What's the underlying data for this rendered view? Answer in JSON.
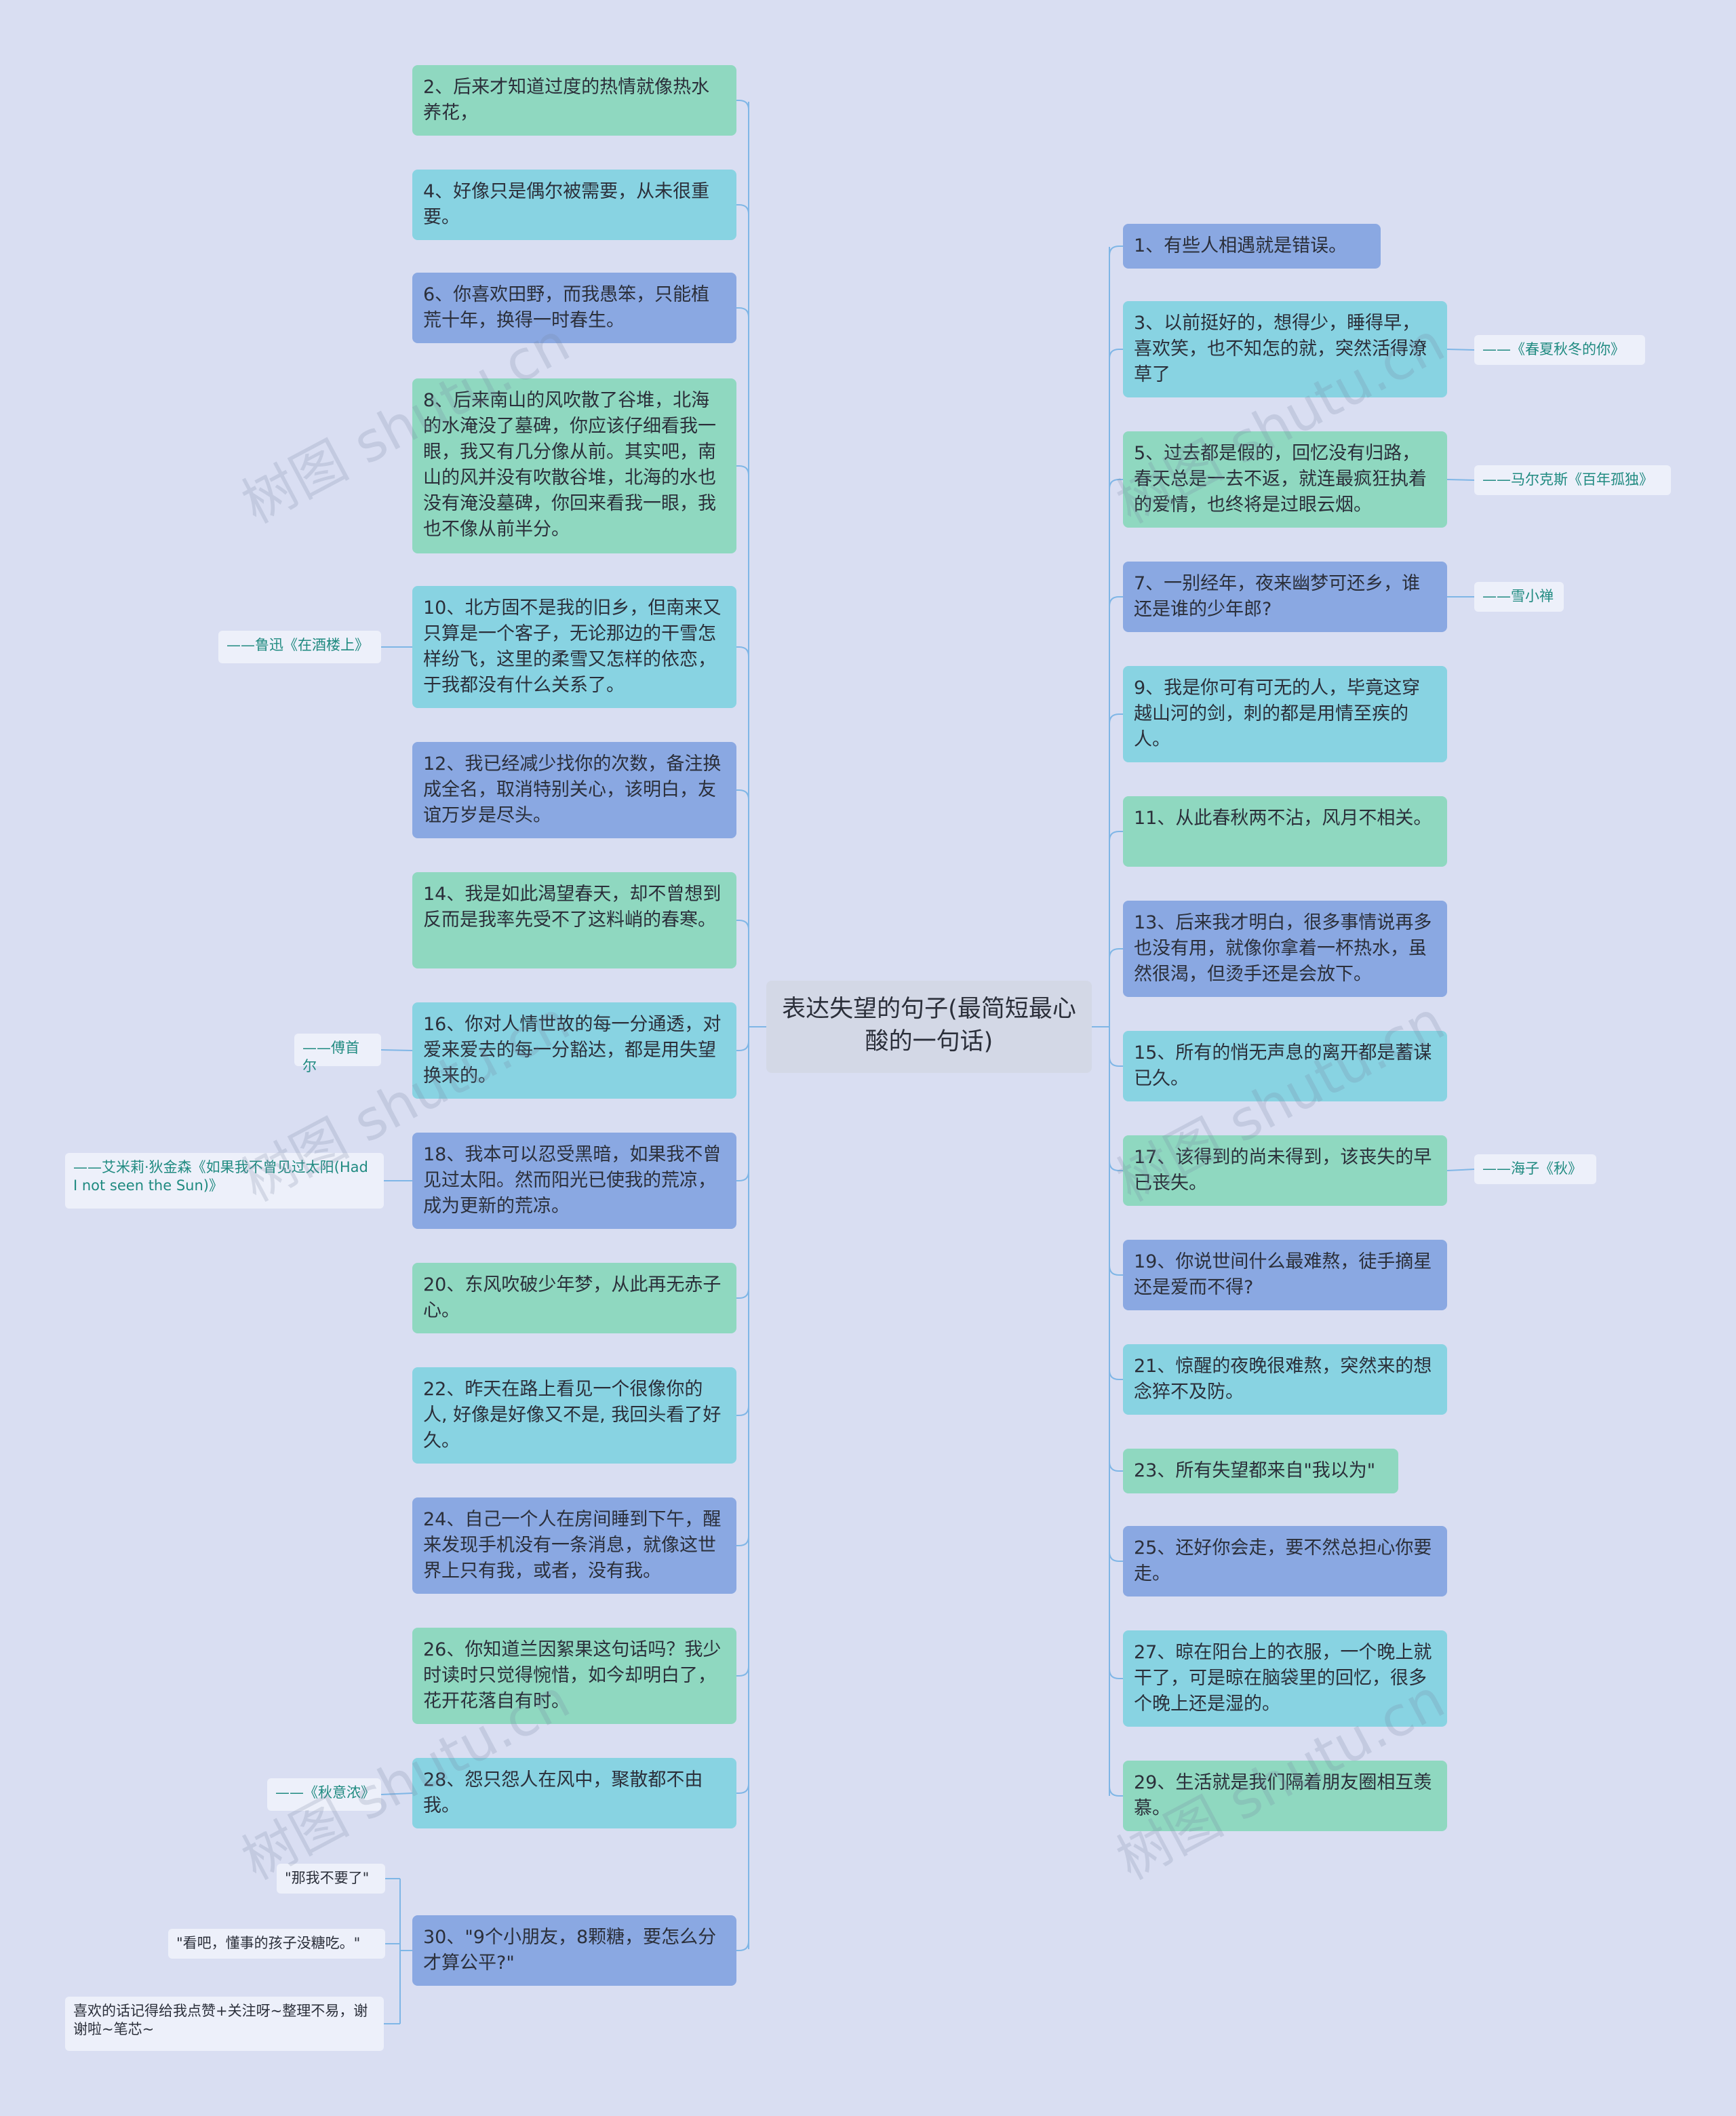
{
  "root": {
    "text": "表达失望的句子(最简短最心酸的一句话)"
  },
  "watermark": "树图 shutu.cn",
  "colors": {
    "background": "#d9def2",
    "green": "#8fd8c0",
    "cyan": "#88d3e2",
    "blue": "#8aa8e2",
    "link": "#7fb6e6",
    "note_text": "#1f8a80"
  },
  "left": [
    {
      "id": "n2",
      "text": "2、后来才知道过度的热情就像热水养花，",
      "color": "green"
    },
    {
      "id": "n4",
      "text": "4、好像只是偶尔被需要，从未很重要。",
      "color": "cyan"
    },
    {
      "id": "n6",
      "text": "6、你喜欢田野，而我愚笨，只能植荒十年，换得一时春生。",
      "color": "blue"
    },
    {
      "id": "n8",
      "text": "8、后来南山的风吹散了谷堆，北海的水淹没了墓碑，你应该仔细看我一眼，我又有几分像从前。其实吧，南山的风并没有吹散谷堆，北海的水也没有淹没墓碑，你回来看我一眼，我也不像从前半分。",
      "color": "green"
    },
    {
      "id": "n10",
      "text": "10、北方固不是我的旧乡，但南来又只算是一个客子，无论那边的干雪怎样纷飞，这里的柔雪又怎样的依恋，于我都没有什么关系了。",
      "color": "cyan",
      "note": "——鲁迅《在酒楼上》"
    },
    {
      "id": "n12",
      "text": "12、我已经减少找你的次数，备注换成全名，取消特别关心，该明白，友谊万岁是尽头。",
      "color": "blue"
    },
    {
      "id": "n14",
      "text": "14、我是如此渴望春天，却不曾想到反而是我率先受不了这料峭的春寒。",
      "color": "green"
    },
    {
      "id": "n16",
      "text": "16、你对人情世故的每一分通透，对爱来爱去的每一分豁达，都是用失望换来的。",
      "color": "cyan",
      "note": "——傅首尔"
    },
    {
      "id": "n18",
      "text": "18、我本可以忍受黑暗，如果我不曾见过太阳。然而阳光已使我的荒凉，成为更新的荒凉。",
      "color": "blue",
      "note": "——艾米莉·狄金森《如果我不曾见过太阳(Had I not seen the Sun)》"
    },
    {
      "id": "n20",
      "text": "20、东风吹破少年梦，从此再无赤子心。",
      "color": "green"
    },
    {
      "id": "n22",
      "text": "22、昨天在路上看见一个很像你的人, 好像是好像又不是, 我回头看了好久。",
      "color": "cyan"
    },
    {
      "id": "n24",
      "text": "24、自己一个人在房间睡到下午，醒来发现手机没有一条消息，就像这世界上只有我，或者，没有我。",
      "color": "blue"
    },
    {
      "id": "n26",
      "text": "26、你知道兰因絮果这句话吗？我少时读时只觉得惋惜，如今却明白了，花开花落自有时。",
      "color": "green"
    },
    {
      "id": "n28",
      "text": "28、怨只怨人在风中，聚散都不由我。",
      "color": "cyan",
      "note": "——《秋意浓》"
    },
    {
      "id": "n30",
      "text": "30、\"9个小朋友，8颗糖，要怎么分才算公平?\"",
      "color": "blue"
    }
  ],
  "n30_children": [
    {
      "text": "\"那我不要了\""
    },
    {
      "text": "\"看吧，懂事的孩子没糖吃。\""
    },
    {
      "text": "喜欢的话记得给我点赞+关注呀~整理不易，谢谢啦~笔芯~"
    }
  ],
  "right": [
    {
      "id": "n1",
      "text": "1、有些人相遇就是错误。",
      "color": "blue"
    },
    {
      "id": "n3",
      "text": "3、以前挺好的，想得少，睡得早，喜欢笑，也不知怎的就，突然活得潦草了",
      "color": "cyan",
      "note": "——《春夏秋冬的你》"
    },
    {
      "id": "n5",
      "text": "5、过去都是假的，回忆没有归路，春天总是一去不返，就连最疯狂执着的爱情，也终将是过眼云烟。",
      "color": "green",
      "note": "——马尔克斯《百年孤独》"
    },
    {
      "id": "n7",
      "text": "7、一别经年，夜来幽梦可还乡，谁还是谁的少年郎?",
      "color": "blue",
      "note": "——雪小禅"
    },
    {
      "id": "n9",
      "text": "9、我是你可有可无的人，毕竟这穿越山河的剑，刺的都是用情至疾的人。",
      "color": "cyan"
    },
    {
      "id": "n11",
      "text": "11、从此春秋两不沾，风月不相关。",
      "color": "green"
    },
    {
      "id": "n13",
      "text": "13、后来我才明白，很多事情说再多也没有用，就像你拿着一杯热水，虽然很渴，但烫手还是会放下。",
      "color": "blue"
    },
    {
      "id": "n15",
      "text": "15、所有的悄无声息的离开都是蓄谋已久。",
      "color": "cyan"
    },
    {
      "id": "n17",
      "text": "17、该得到的尚未得到，该丧失的早已丧失。",
      "color": "green",
      "note": "——海子《秋》"
    },
    {
      "id": "n19",
      "text": "19、你说世间什么最难熬，徒手摘星还是爱而不得?",
      "color": "blue"
    },
    {
      "id": "n21",
      "text": "21、惊醒的夜晚很难熬，突然来的想念猝不及防。",
      "color": "cyan"
    },
    {
      "id": "n23",
      "text": "23、所有失望都来自\"我以为\"",
      "color": "green"
    },
    {
      "id": "n25",
      "text": "25、还好你会走，要不然总担心你要走。",
      "color": "blue"
    },
    {
      "id": "n27",
      "text": "27、晾在阳台上的衣服，一个晚上就干了，可是晾在脑袋里的回忆，很多个晚上还是湿的。",
      "color": "cyan"
    },
    {
      "id": "n29",
      "text": "29、生活就是我们隔着朋友圈相互羡慕。",
      "color": "green"
    }
  ]
}
